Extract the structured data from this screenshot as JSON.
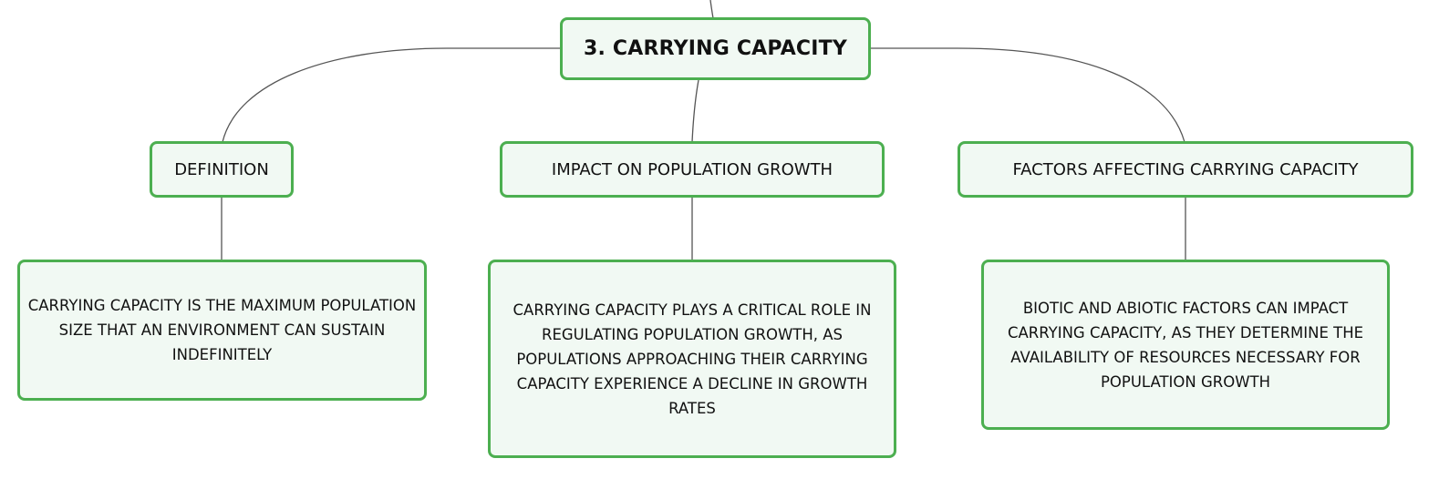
{
  "root": {
    "title": "3. CARRYING CAPACITY"
  },
  "branches": [
    {
      "heading": "DEFINITION",
      "detail": "CARRYING CAPACITY IS THE MAXIMUM POPULATION SIZE THAT AN ENVIRONMENT CAN SUSTAIN INDEFINITELY"
    },
    {
      "heading": "IMPACT ON POPULATION GROWTH",
      "detail": "CARRYING CAPACITY PLAYS A CRITICAL ROLE IN REGULATING POPULATION GROWTH, AS POPULATIONS APPROACHING THEIR CARRYING CAPACITY EXPERIENCE A DECLINE IN GROWTH RATES"
    },
    {
      "heading": "FACTORS AFFECTING CARRYING CAPACITY",
      "detail": "BIOTIC AND ABIOTIC FACTORS CAN IMPACT CARRYING CAPACITY, AS THEY DETERMINE THE AVAILABILITY OF RESOURCES NECESSARY FOR POPULATION GROWTH"
    }
  ],
  "colors": {
    "node_border": "#4caf50",
    "node_fill": "#f1f9f3",
    "connector": "#555555",
    "text": "#111111"
  }
}
